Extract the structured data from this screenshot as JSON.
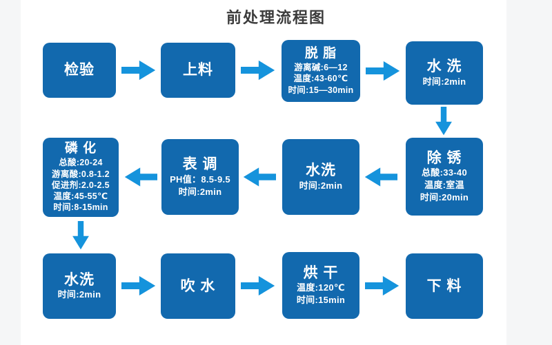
{
  "title": "前处理流程图",
  "colors": {
    "box_fill": "#1269ae",
    "arrow_fill": "#1593dc",
    "box_text": "#ffffff",
    "title_text": "#3b3b3b"
  },
  "rows": [
    {
      "direction": "right",
      "boxes": [
        {
          "title": "检验",
          "details": []
        },
        {
          "title": "上料",
          "details": []
        },
        {
          "title": "脱 脂",
          "details": [
            "游离碱:6—12",
            "温度:43-60℃",
            "时间:15—30min"
          ]
        },
        {
          "title": "水 洗",
          "details": [
            "时间:2min"
          ]
        }
      ]
    },
    {
      "direction": "left",
      "boxes": [
        {
          "title": "磷 化",
          "details": [
            "总酸:20-24",
            "游离酸:0.8-1.2",
            "促进剂:2.0-2.5",
            "温度:45-55℃",
            "时间:8-15min"
          ]
        },
        {
          "title": "表 调",
          "details": [
            "PH值：8.5-9.5",
            "时间:2min"
          ]
        },
        {
          "title": "水洗",
          "details": [
            "时间:2min"
          ]
        },
        {
          "title": "除 锈",
          "details": [
            "总酸:33-40",
            "温度:室温",
            "时间:20min"
          ]
        }
      ]
    },
    {
      "direction": "right",
      "boxes": [
        {
          "title": "水洗",
          "details": [
            "时间:2min"
          ]
        },
        {
          "title": "吹 水",
          "details": []
        },
        {
          "title": "烘 干",
          "details": [
            "温度:120℃",
            "时间:15min"
          ]
        },
        {
          "title": "下 料",
          "details": []
        }
      ]
    }
  ]
}
